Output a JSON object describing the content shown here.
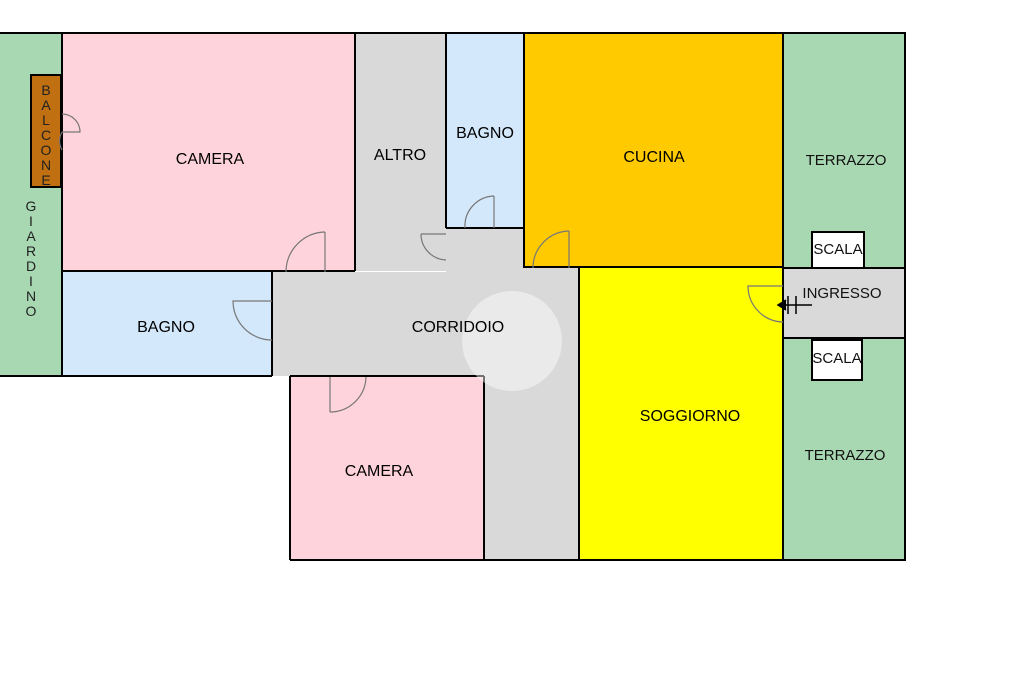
{
  "colors": {
    "camera": "#ffd3dc",
    "bagno": "#d3e8fb",
    "altro": "#d9d9d9",
    "cucina": "#ffca00",
    "soggiorno": "#ffff00",
    "verde": "#a8d8b2",
    "corridoio": "#d9d9d9",
    "balcone": "#c07010"
  },
  "rooms": {
    "camera_top": "CAMERA",
    "altro": "ALTRO",
    "bagno_top": "BAGNO",
    "cucina": "CUCINA",
    "terrazzo_top": "TERRAZZO",
    "scala_top": "SCALA",
    "ingresso": "INGRESSO",
    "scala_bottom": "SCALA",
    "terrazzo_bottom": "TERRAZZO",
    "bagno_left": "BAGNO",
    "corridoio": "CORRIDOIO",
    "soggiorno": "SOGGIORNO",
    "camera_bottom": "CAMERA"
  },
  "vertical_labels": {
    "balcone": [
      "B",
      "A",
      "L",
      "C",
      "O",
      "N",
      "E"
    ],
    "giardino": [
      "G",
      "I",
      "A",
      "R",
      "D",
      "I",
      "N",
      "O"
    ]
  }
}
